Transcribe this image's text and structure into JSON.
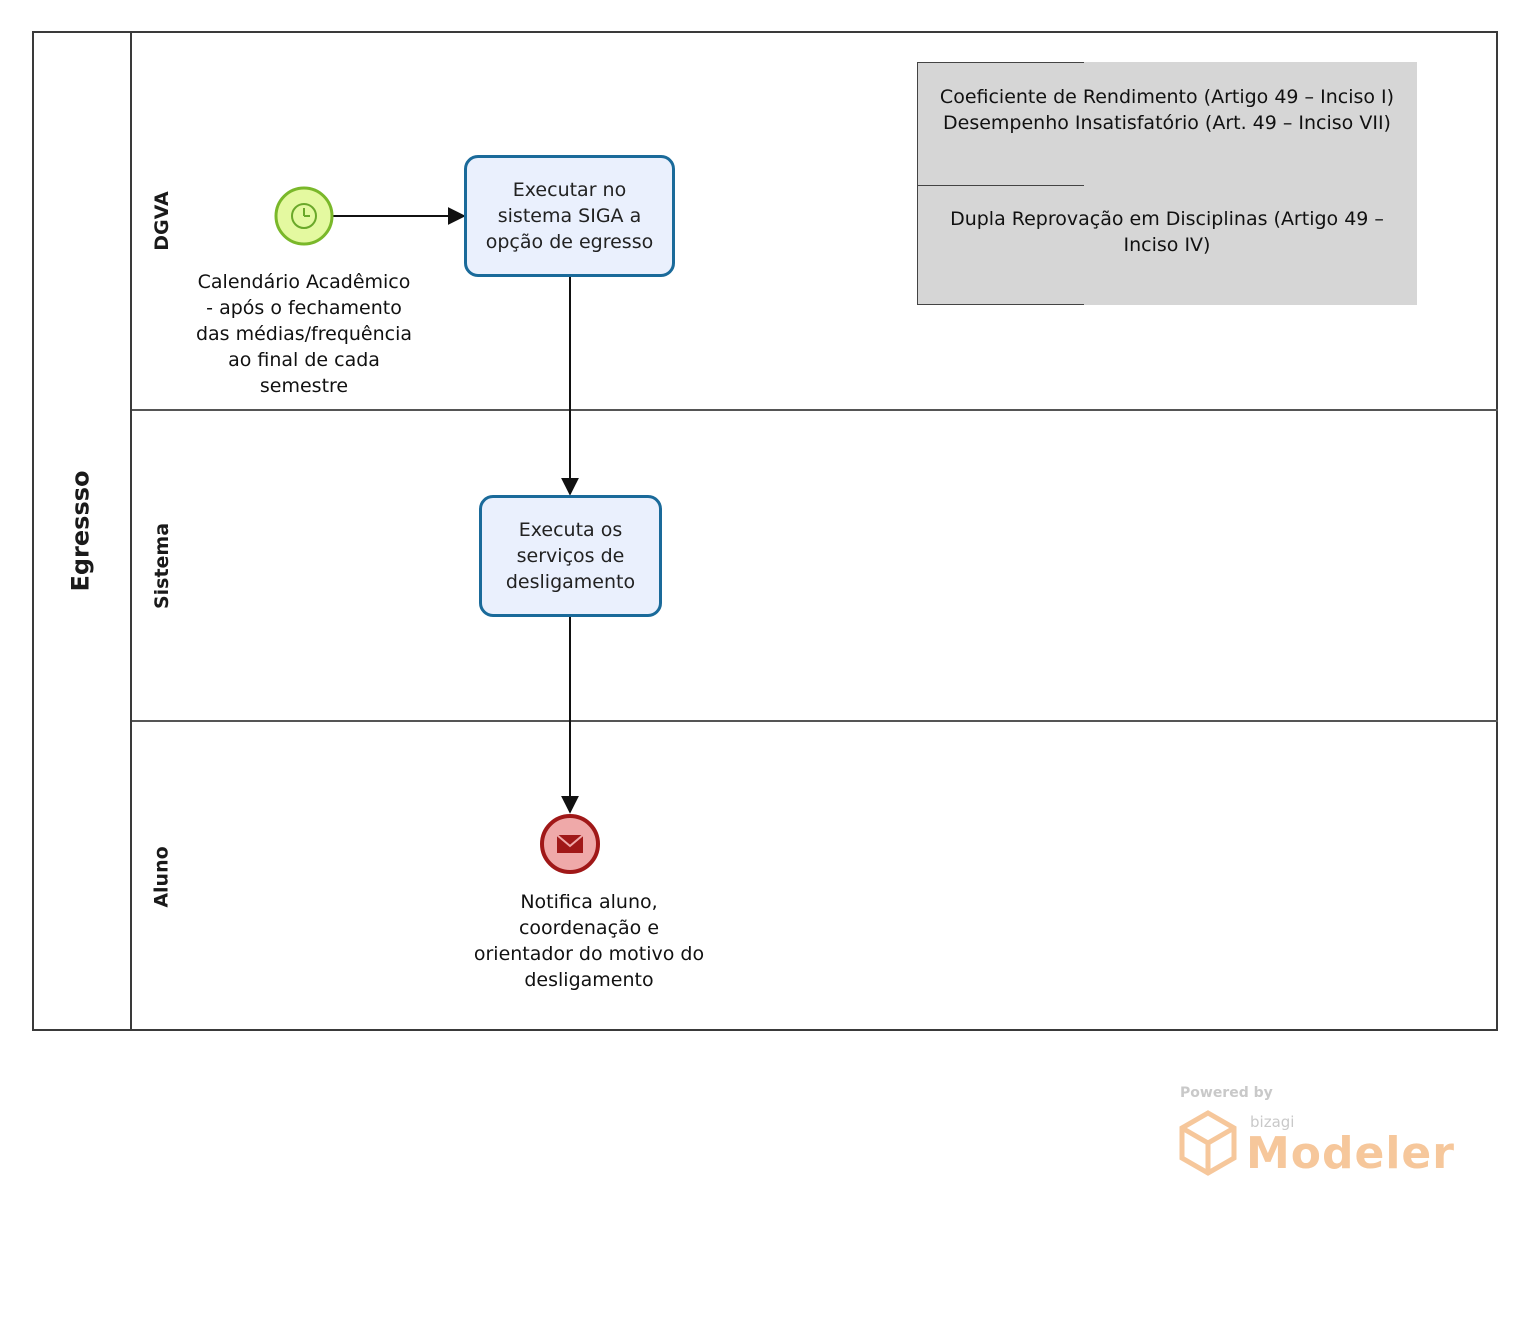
{
  "pool": {
    "title": "Egressso"
  },
  "lanes": [
    {
      "name": "DGVA"
    },
    {
      "name": "Sistema"
    },
    {
      "name": "Aluno"
    }
  ],
  "start_event": {
    "type": "timer",
    "label_lines": [
      "Calendário Acadêmico",
      "- após o fechamento",
      "das médias/frequência",
      "ao final de cada",
      "semestre"
    ]
  },
  "tasks": [
    {
      "lines": [
        "Executar no",
        "sistema SIGA a",
        "opção de egresso"
      ]
    },
    {
      "lines": [
        "Executa os",
        "serviços de",
        "desligamento"
      ]
    }
  ],
  "end_event": {
    "type": "message",
    "label_lines": [
      "Notifica aluno,",
      "coordenação e",
      "orientador do motivo do",
      "desligamento"
    ]
  },
  "annotation": {
    "section1_lines": [
      "Coeficiente de Rendimento  (Artigo 49 – Inciso I)",
      "Desempenho Insatisfatório (Art. 49 – Inciso VII)"
    ],
    "section2_lines": [
      "Dupla Reprovação em Disciplinas (Artigo 49 –",
      "Inciso IV)"
    ]
  },
  "watermark": {
    "powered": "Powered by",
    "brand": "bizagi",
    "product": "Modeler"
  },
  "colors": {
    "task_fill": "#eaf0fd",
    "task_border": "#1a6a9a",
    "start_fill": "#e4f9a0",
    "start_border": "#7ab82a",
    "end_fill": "#efa9a9",
    "end_border": "#a01818",
    "note_fill": "#d6d6d6"
  }
}
